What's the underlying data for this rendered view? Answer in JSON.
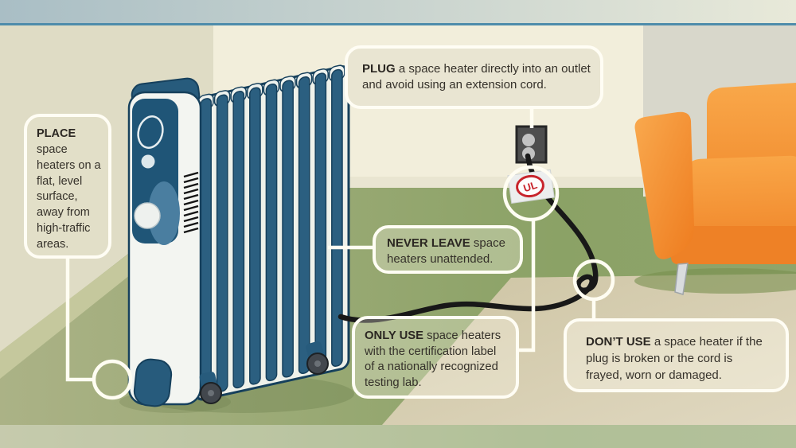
{
  "callouts": {
    "place": {
      "lead": "PLACE",
      "body": "space heaters on a flat, level surface, away from high-traffic areas."
    },
    "plug": {
      "lead": "PLUG",
      "body": "a space heater directly into an outlet and avoid using an extension cord."
    },
    "never_leave": {
      "lead": "NEVER LEAVE",
      "body": "space heaters unattended."
    },
    "only_use": {
      "lead": "ONLY USE",
      "body": "space heaters with the certification label of a nationally recognized testing lab."
    },
    "dont_use": {
      "lead": "DON’T USE",
      "body": "a space heater if the plug is broken or the cord is frayed, worn or damaged."
    }
  },
  "certification_tag": {
    "label": "UL"
  },
  "colors": {
    "heater_teal": "#2b5f80",
    "couch_orange": "#f08127",
    "floor_green": "#97a771",
    "floor_tan": "#d2c9a9",
    "wall_cream": "#f2eedb",
    "cord_black": "#181818",
    "ul_red": "#c8242c",
    "highlight_white": "#fffdf2",
    "crown_molding_blue": "#4e8cab"
  }
}
